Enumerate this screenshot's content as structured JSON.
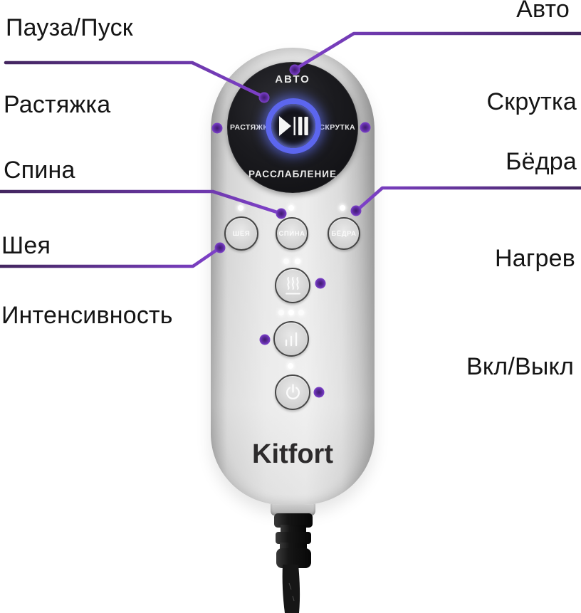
{
  "annotations": {
    "left": [
      {
        "label": "Пауза/Пуск"
      },
      {
        "label": "Растяжка"
      },
      {
        "label": "Спина"
      },
      {
        "label": "Шея"
      },
      {
        "label": "Интенсивность"
      }
    ],
    "right": [
      {
        "label": "Авто"
      },
      {
        "label": "Скрутка"
      },
      {
        "label": "Бёдра"
      },
      {
        "label": "Нагрев"
      },
      {
        "label": "Вкл/Выкл"
      }
    ]
  },
  "device": {
    "brand": "Kitfort",
    "display": {
      "top": "АВТО",
      "left": "РАСТЯЖКА",
      "right": "СКРУТКА",
      "bottom": "РАССЛАБЛЕНИЕ",
      "center_icon": "play-pause-icon"
    },
    "zone_buttons": [
      {
        "label": "ШЕЯ"
      },
      {
        "label": "СПИНА"
      },
      {
        "label": "БЁДРА"
      }
    ],
    "function_buttons": [
      {
        "icon": "heat-icon"
      },
      {
        "icon": "intensity-icon"
      },
      {
        "icon": "power-icon"
      }
    ]
  },
  "colors": {
    "annotation_line_light": "#7e40c9",
    "annotation_line_dark": "#43265f",
    "annotation_dot": "#6d2fb0",
    "glow_ring_blue": "#5c66ee",
    "body_gray": "#d9d9d9",
    "display_black": "#131316",
    "label_text": "#151515",
    "led_white": "#ffffff"
  }
}
